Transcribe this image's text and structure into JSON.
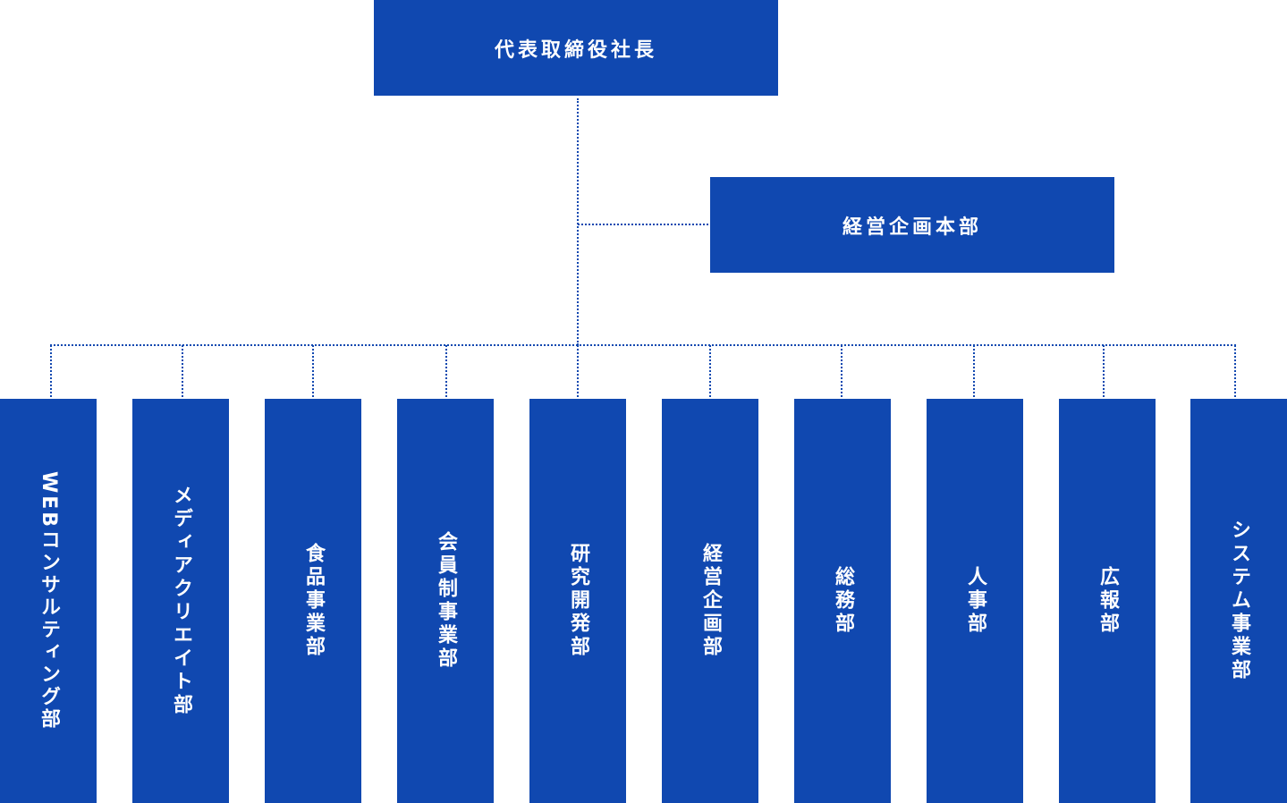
{
  "org_chart": {
    "ceo": "代表取締役社長",
    "staff": "経営企画本部",
    "departments": [
      "WEBコンサルティング部",
      "メディアクリエイト部",
      "食品事業部",
      "会員制事業部",
      "研究開発部",
      "経営企画部",
      "総務部",
      "人事部",
      "広報部",
      "システム事業部"
    ]
  },
  "colors": {
    "box": "#1048b0",
    "text": "#ffffff",
    "connector": "#1048b0"
  }
}
